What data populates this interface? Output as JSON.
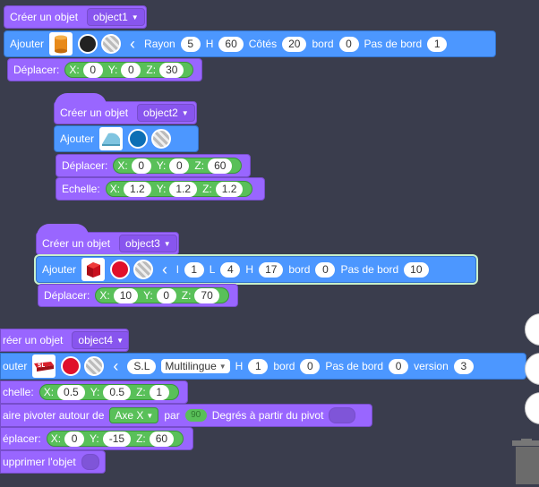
{
  "labels": {
    "create": "Créer un objet",
    "add": "Ajouter",
    "move": "Déplacer:",
    "scale": "Echelle:",
    "scale_cut": "chelle:",
    "add_cut": "outer",
    "create_cut": "réer un objet",
    "rotate": "aire pivoter autour de",
    "by": "par",
    "degrees_from": "Degrés  à partir du pivot",
    "move_cut": "éplacer:",
    "delete": "upprimer l'objet",
    "x": "X:",
    "y": "Y:",
    "z": "Z:"
  },
  "blocks": {
    "obj1": {
      "name": "object1",
      "radius_label": "Rayon",
      "radius": "5",
      "h_label": "H",
      "h": "60",
      "sides_label": "Côtés",
      "sides": "20",
      "border_label": "bord",
      "border": "0",
      "noborder_label": "Pas de bord",
      "noborder": "1",
      "color": "#222222",
      "move": {
        "x": "0",
        "y": "0",
        "z": "30"
      }
    },
    "obj2": {
      "name": "object2",
      "color": "#0d6fb5",
      "move": {
        "x": "0",
        "y": "0",
        "z": "60"
      },
      "scale": {
        "x": "1.2",
        "y": "1.2",
        "z": "1.2"
      }
    },
    "obj3": {
      "name": "object3",
      "l_label": "l",
      "l": "1",
      "L_label": "L",
      "L": "4",
      "h_label": "H",
      "h": "17",
      "border_label": "bord",
      "border": "0",
      "noborder_label": "Pas de bord",
      "noborder": "10",
      "color": "#e0102a",
      "move": {
        "x": "10",
        "y": "0",
        "z": "70"
      }
    },
    "obj4": {
      "name": "object4",
      "text": "S.L",
      "font": "Multilingue",
      "h_label": "H",
      "h": "1",
      "border_label": "bord",
      "border": "0",
      "noborder_label": "Pas de bord",
      "noborder": "0",
      "version_label": "version",
      "version": "3",
      "color": "#e0102a",
      "scale": {
        "x": "0.5",
        "y": "0.5",
        "z": "1"
      },
      "axis": "Axe X",
      "angle": "90",
      "move": {
        "x": "0",
        "y": "-15",
        "z": "60"
      }
    }
  }
}
